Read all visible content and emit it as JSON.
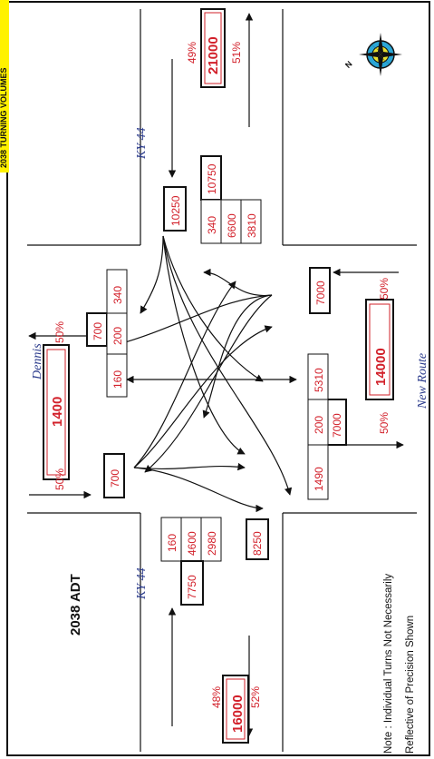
{
  "title_strip": "2038 TURNING VOLUMES",
  "year_label": "2038 ADT",
  "note_line1": "Note : Individual Turns Not Necessarily",
  "note_line2": "Reflective of Precision Shown",
  "roads": {
    "ky44_top": "KY 44",
    "ky44_bottom": "KY 44",
    "dennis": "Dennis",
    "new_route": "New Route"
  },
  "adt": {
    "top": {
      "total": "21000",
      "pct_in": "49%",
      "pct_out": "51%"
    },
    "dennis": {
      "total": "1400",
      "pct_in": "50%",
      "pct_out": "50%"
    },
    "new_route": {
      "total": "14000",
      "pct_in": "50%",
      "pct_out": "50%"
    },
    "bottom": {
      "total": "16000",
      "pct_in": "48%",
      "pct_out": "52%"
    }
  },
  "approach_totals": {
    "top_in": "10250",
    "top_out": "10750",
    "dennis_in": "700",
    "dennis_out": "700",
    "new_route_in": "7000",
    "new_route_out": "7000",
    "bottom_in": "8250",
    "bottom_out": "7750"
  },
  "turns": {
    "top": [
      "340",
      "6600",
      "3810"
    ],
    "dennis": [
      "340",
      "200",
      "160"
    ],
    "new_route": [
      "5310",
      "200",
      "1490"
    ],
    "bottom": [
      "160",
      "4600",
      "2980"
    ]
  }
}
